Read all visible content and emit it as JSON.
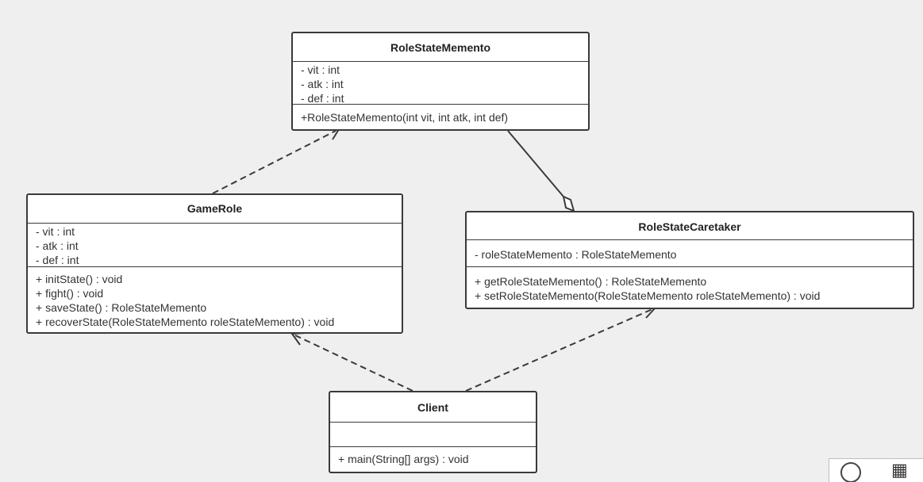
{
  "colors": {
    "background": "#efefef",
    "box_fill": "#ffffff",
    "stroke": "#3a3a3a"
  },
  "classes": {
    "memento": {
      "name": "RoleStateMemento",
      "attributes": [
        "- vit : int",
        "- atk : int",
        "- def : int"
      ],
      "operations": [
        "+RoleStateMemento(int vit, int atk, int def)"
      ]
    },
    "gamerole": {
      "name": "GameRole",
      "attributes": [
        "- vit : int",
        "- atk : int",
        "- def : int"
      ],
      "operations": [
        "+ initState() : void",
        "+ fight() : void",
        "+ saveState() : RoleStateMemento",
        "+ recoverState(RoleStateMemento roleStateMemento) : void"
      ]
    },
    "caretaker": {
      "name": "RoleStateCaretaker",
      "attributes": [
        "- roleStateMemento : RoleStateMemento"
      ],
      "operations": [
        "+ getRoleStateMemento() : RoleStateMemento",
        "+ setRoleStateMemento(RoleStateMemento roleStateMemento) : void"
      ]
    },
    "client": {
      "name": "Client",
      "attributes": [],
      "operations": [
        "+ main(String[] args) : void"
      ]
    }
  },
  "relations": [
    {
      "from": "GameRole",
      "to": "RoleStateMemento",
      "kind": "dependency"
    },
    {
      "from": "RoleStateCaretaker",
      "to": "RoleStateMemento",
      "kind": "aggregation"
    },
    {
      "from": "Client",
      "to": "GameRole",
      "kind": "dependency"
    },
    {
      "from": "Client",
      "to": "RoleStateCaretaker",
      "kind": "dependency"
    }
  ],
  "corner_widget": {
    "icons": [
      "dial-icon",
      "grid-icon"
    ]
  }
}
